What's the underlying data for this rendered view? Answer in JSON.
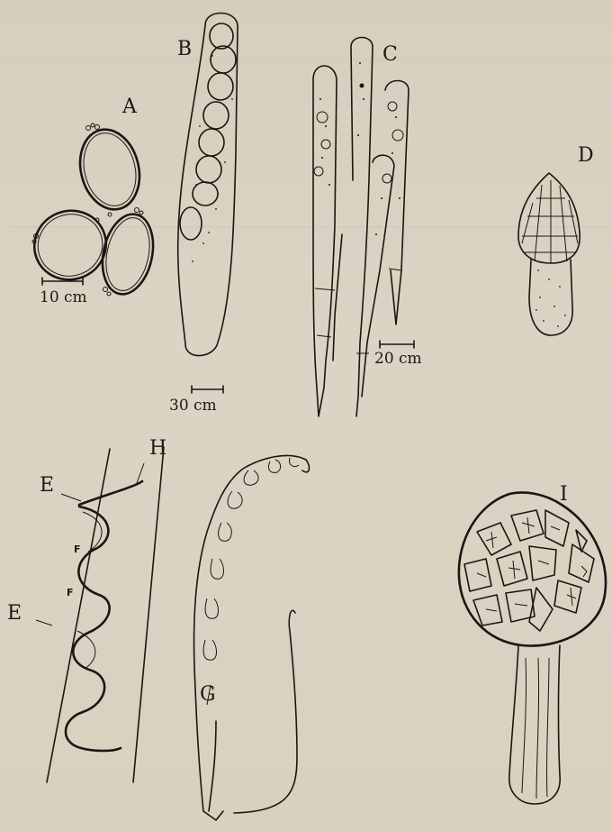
{
  "figure": {
    "panel_labels": {
      "a": "A",
      "b": "B",
      "c": "C",
      "d": "D",
      "e1": "E",
      "e2": "E",
      "f1": "F",
      "f2": "F",
      "g": "G",
      "h": "H",
      "i": "I"
    },
    "scale_bars": {
      "a": "10 cm",
      "b": "30 cm",
      "c": "20 cm"
    }
  },
  "colors": {
    "paper": "#d8d1c0",
    "ink": "#1a1612",
    "bleed_through_text": "#c9c1ae"
  }
}
